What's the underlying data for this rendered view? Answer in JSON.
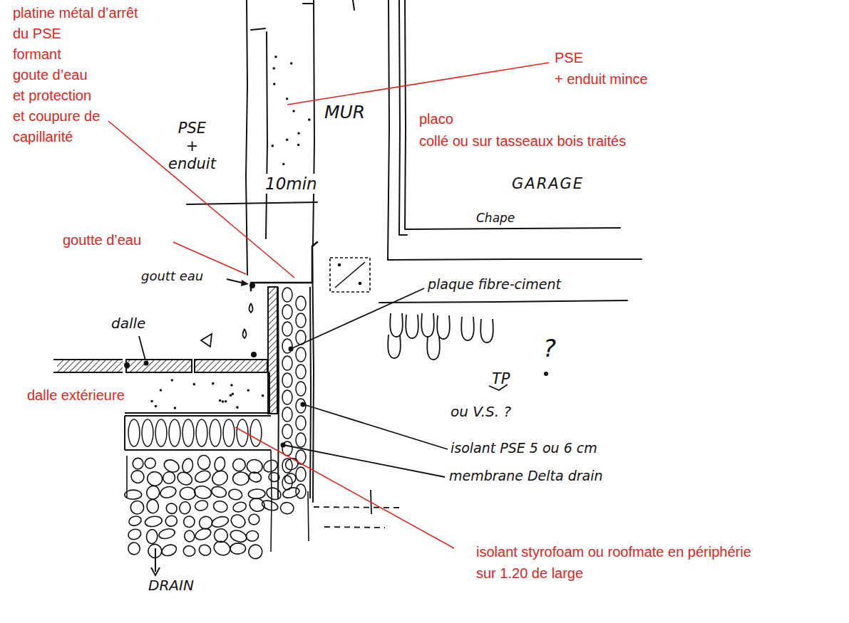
{
  "diagram": {
    "labels": [
      "platine métal d’arrêt du PSE formant goute d’eau et protection et coupure de capillarité",
      "PSE + enduit mince",
      "PSE + enduit",
      "MUR",
      "placo collé ou sur tasseaux bois traités",
      "10min",
      "GARAGE",
      "Chape",
      "goutte d’eau",
      "goutt eau",
      "plaque fibre-ciment",
      "dalle",
      "?",
      "dalle extérieure",
      "TP",
      "ou V.S. ?",
      "isolant PSE 5 ou 6 cm",
      "membrane Delta drain",
      "isolant styrofoam ou roofmate en périphérie sur 1.20 de large",
      "DRAIN"
    ]
  }
}
